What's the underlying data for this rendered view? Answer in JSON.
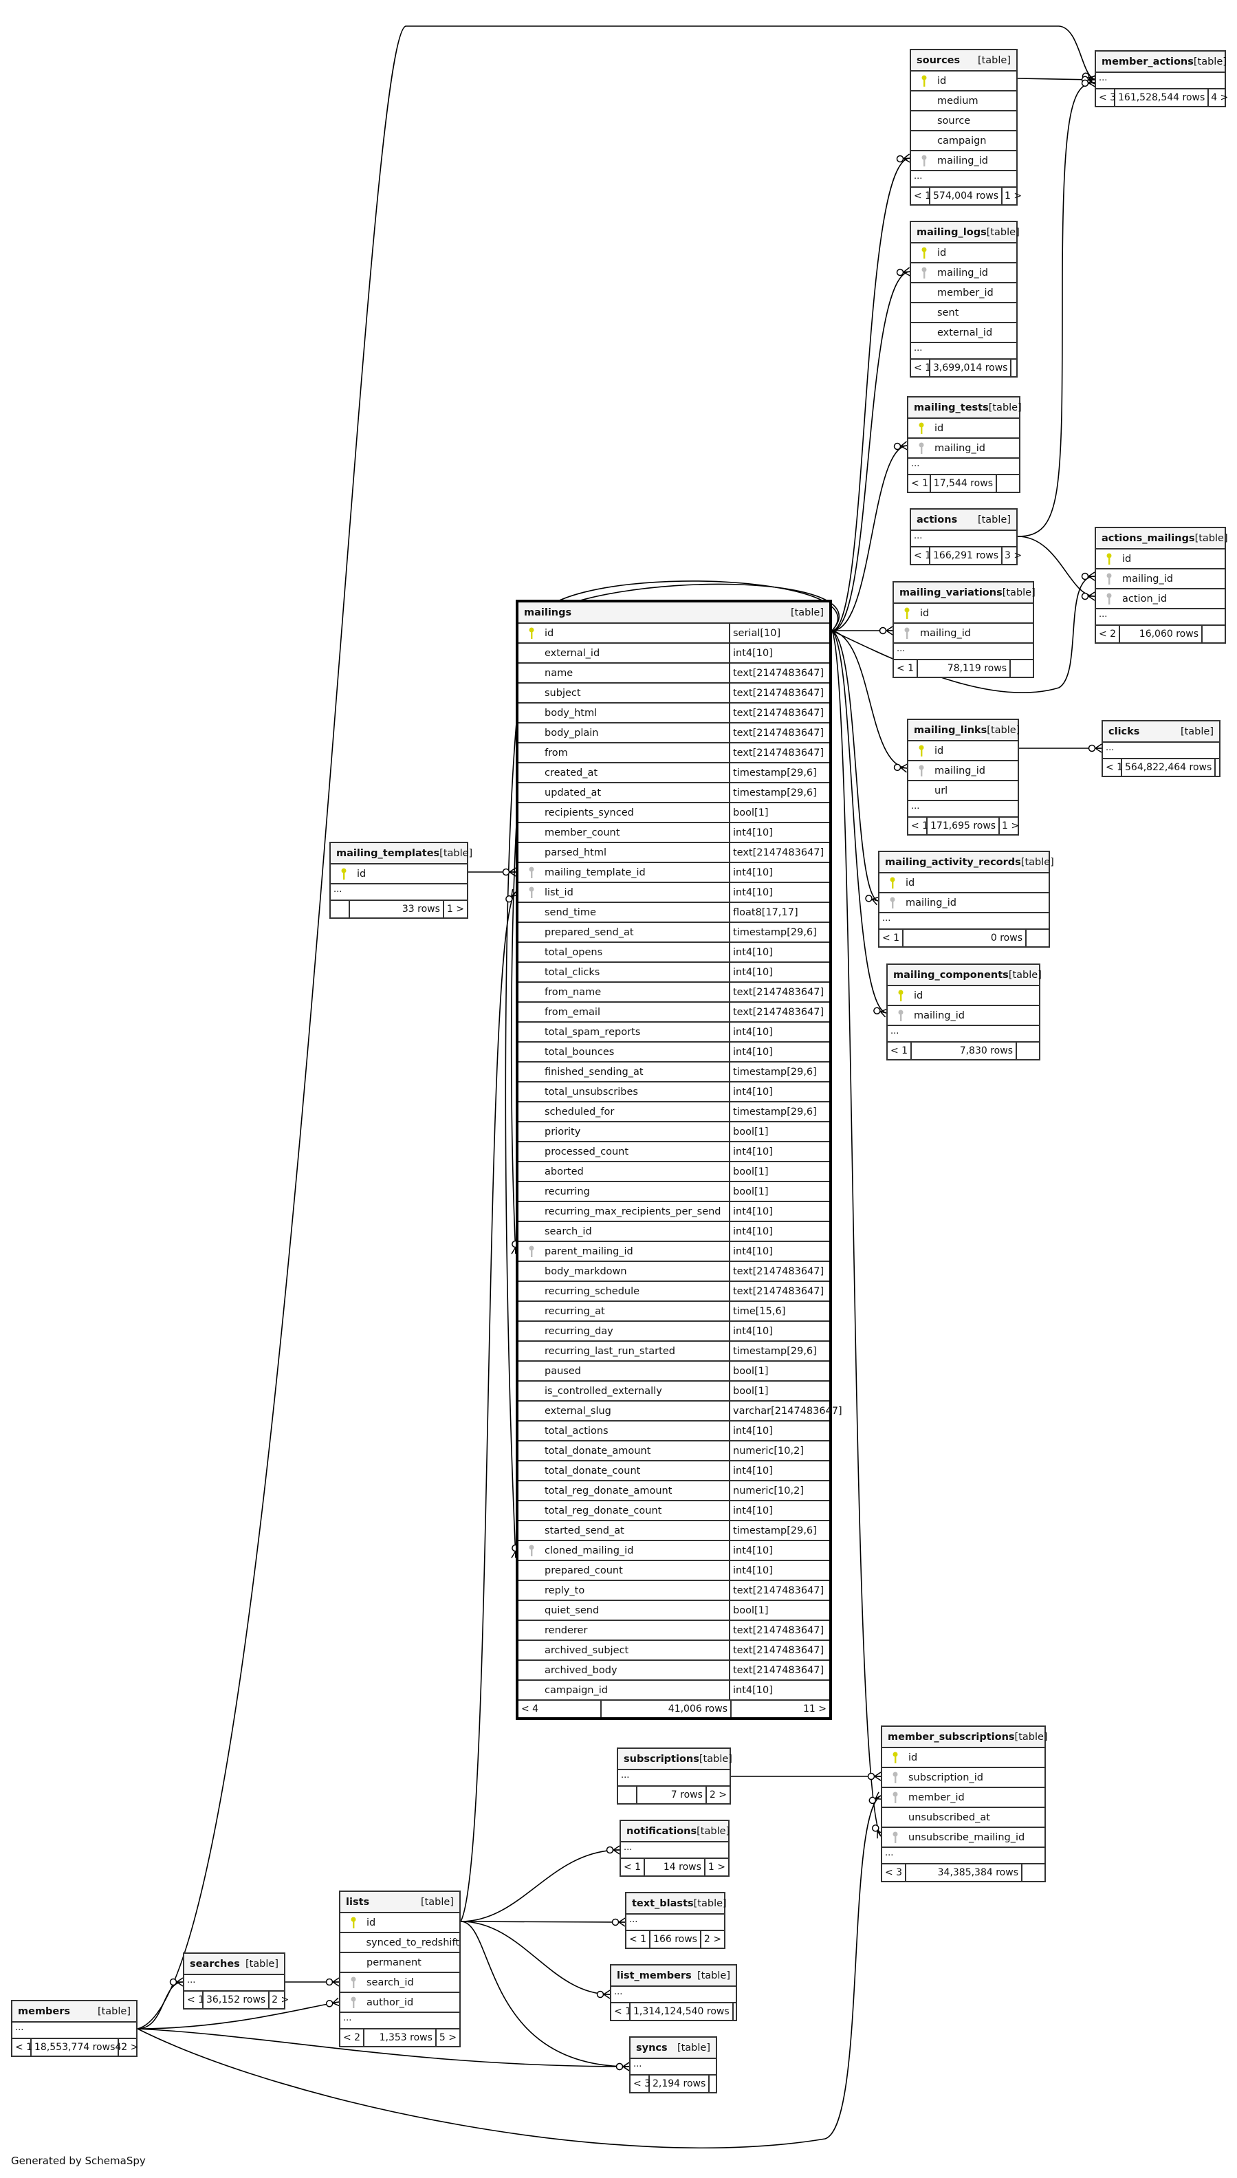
{
  "footer_text": "Generated by SchemaSpy",
  "colors": {
    "primary_key": "#d6d600",
    "foreign_key": "#bbbbbb",
    "border": "#333333",
    "header_bg": "#f4f4f4"
  },
  "tables": [
    {
      "name": "sources",
      "type": "[table]",
      "columns": [
        {
          "name": "id",
          "key": "pk"
        },
        {
          "name": "medium"
        },
        {
          "name": "source"
        },
        {
          "name": "campaign"
        },
        {
          "name": "mailing_id",
          "key": "fk"
        }
      ],
      "ellipsis": "...",
      "parents": "< 1",
      "rows": "574,004 rows",
      "children": "1 >"
    },
    {
      "name": "member_actions",
      "type": "[table]",
      "columns": [],
      "ellipsis": "...",
      "parents": "< 3",
      "rows": "161,528,544 rows",
      "children": "4 >"
    },
    {
      "name": "mailing_logs",
      "type": "[table]",
      "columns": [
        {
          "name": "id",
          "key": "pk"
        },
        {
          "name": "mailing_id",
          "key": "fk"
        },
        {
          "name": "member_id"
        },
        {
          "name": "sent"
        },
        {
          "name": "external_id"
        }
      ],
      "ellipsis": "...",
      "parents": "< 1",
      "rows": "3,699,014 rows",
      "children": ""
    },
    {
      "name": "mailing_tests",
      "type": "[table]",
      "columns": [
        {
          "name": "id",
          "key": "pk"
        },
        {
          "name": "mailing_id",
          "key": "fk"
        }
      ],
      "ellipsis": "...",
      "parents": "< 1",
      "rows": "17,544 rows",
      "children": ""
    },
    {
      "name": "actions",
      "type": "[table]",
      "columns": [],
      "ellipsis": "...",
      "parents": "< 1",
      "rows": "166,291 rows",
      "children": "3 >"
    },
    {
      "name": "actions_mailings",
      "type": "[table]",
      "columns": [
        {
          "name": "id",
          "key": "pk"
        },
        {
          "name": "mailing_id",
          "key": "fk"
        },
        {
          "name": "action_id",
          "key": "fk"
        }
      ],
      "ellipsis": "...",
      "parents": "< 2",
      "rows": "16,060 rows",
      "children": ""
    },
    {
      "name": "mailing_variations",
      "type": "[table]",
      "columns": [
        {
          "name": "id",
          "key": "pk"
        },
        {
          "name": "mailing_id",
          "key": "fk"
        }
      ],
      "ellipsis": "...",
      "parents": "< 1",
      "rows": "78,119 rows",
      "children": ""
    },
    {
      "name": "mailing_links",
      "type": "[table]",
      "columns": [
        {
          "name": "id",
          "key": "pk"
        },
        {
          "name": "mailing_id",
          "key": "fk"
        },
        {
          "name": "url"
        }
      ],
      "ellipsis": "...",
      "parents": "< 1",
      "rows": "171,695 rows",
      "children": "1 >"
    },
    {
      "name": "clicks",
      "type": "[table]",
      "columns": [],
      "ellipsis": "...",
      "parents": "< 1",
      "rows": "564,822,464 rows",
      "children": ""
    },
    {
      "name": "mailing_activity_records",
      "type": "[table]",
      "columns": [
        {
          "name": "id",
          "key": "pk"
        },
        {
          "name": "mailing_id",
          "key": "fk"
        }
      ],
      "ellipsis": "...",
      "parents": "< 1",
      "rows": "0 rows",
      "children": ""
    },
    {
      "name": "mailing_components",
      "type": "[table]",
      "columns": [
        {
          "name": "id",
          "key": "pk"
        },
        {
          "name": "mailing_id",
          "key": "fk"
        }
      ],
      "ellipsis": "...",
      "parents": "< 1",
      "rows": "7,830 rows",
      "children": ""
    },
    {
      "name": "mailing_templates",
      "type": "[table]",
      "columns": [
        {
          "name": "id",
          "key": "pk"
        }
      ],
      "ellipsis": "...",
      "parents": "",
      "rows": "33 rows",
      "children": "1 >"
    },
    {
      "name": "mailings",
      "type": "[table]",
      "main": true,
      "columns": [
        {
          "name": "id",
          "key": "pk",
          "type": "serial[10]"
        },
        {
          "name": "external_id",
          "type": "int4[10]"
        },
        {
          "name": "name",
          "type": "text[2147483647]"
        },
        {
          "name": "subject",
          "type": "text[2147483647]"
        },
        {
          "name": "body_html",
          "type": "text[2147483647]"
        },
        {
          "name": "body_plain",
          "type": "text[2147483647]"
        },
        {
          "name": "from",
          "type": "text[2147483647]"
        },
        {
          "name": "created_at",
          "type": "timestamp[29,6]"
        },
        {
          "name": "updated_at",
          "type": "timestamp[29,6]"
        },
        {
          "name": "recipients_synced",
          "type": "bool[1]"
        },
        {
          "name": "member_count",
          "type": "int4[10]"
        },
        {
          "name": "parsed_html",
          "type": "text[2147483647]"
        },
        {
          "name": "mailing_template_id",
          "key": "fk",
          "type": "int4[10]"
        },
        {
          "name": "list_id",
          "key": "fk",
          "type": "int4[10]"
        },
        {
          "name": "send_time",
          "type": "float8[17,17]"
        },
        {
          "name": "prepared_send_at",
          "type": "timestamp[29,6]"
        },
        {
          "name": "total_opens",
          "type": "int4[10]"
        },
        {
          "name": "total_clicks",
          "type": "int4[10]"
        },
        {
          "name": "from_name",
          "type": "text[2147483647]"
        },
        {
          "name": "from_email",
          "type": "text[2147483647]"
        },
        {
          "name": "total_spam_reports",
          "type": "int4[10]"
        },
        {
          "name": "total_bounces",
          "type": "int4[10]"
        },
        {
          "name": "finished_sending_at",
          "type": "timestamp[29,6]"
        },
        {
          "name": "total_unsubscribes",
          "type": "int4[10]"
        },
        {
          "name": "scheduled_for",
          "type": "timestamp[29,6]"
        },
        {
          "name": "priority",
          "type": "bool[1]"
        },
        {
          "name": "processed_count",
          "type": "int4[10]"
        },
        {
          "name": "aborted",
          "type": "bool[1]"
        },
        {
          "name": "recurring",
          "type": "bool[1]"
        },
        {
          "name": "recurring_max_recipients_per_send",
          "type": "int4[10]"
        },
        {
          "name": "search_id",
          "type": "int4[10]"
        },
        {
          "name": "parent_mailing_id",
          "key": "fk",
          "type": "int4[10]"
        },
        {
          "name": "body_markdown",
          "type": "text[2147483647]"
        },
        {
          "name": "recurring_schedule",
          "type": "text[2147483647]"
        },
        {
          "name": "recurring_at",
          "type": "time[15,6]"
        },
        {
          "name": "recurring_day",
          "type": "int4[10]"
        },
        {
          "name": "recurring_last_run_started",
          "type": "timestamp[29,6]"
        },
        {
          "name": "paused",
          "type": "bool[1]"
        },
        {
          "name": "is_controlled_externally",
          "type": "bool[1]"
        },
        {
          "name": "external_slug",
          "type": "varchar[2147483647]"
        },
        {
          "name": "total_actions",
          "type": "int4[10]"
        },
        {
          "name": "total_donate_amount",
          "type": "numeric[10,2]"
        },
        {
          "name": "total_donate_count",
          "type": "int4[10]"
        },
        {
          "name": "total_reg_donate_amount",
          "type": "numeric[10,2]"
        },
        {
          "name": "total_reg_donate_count",
          "type": "int4[10]"
        },
        {
          "name": "started_send_at",
          "type": "timestamp[29,6]"
        },
        {
          "name": "cloned_mailing_id",
          "key": "fk",
          "type": "int4[10]"
        },
        {
          "name": "prepared_count",
          "type": "int4[10]"
        },
        {
          "name": "reply_to",
          "type": "text[2147483647]"
        },
        {
          "name": "quiet_send",
          "type": "bool[1]"
        },
        {
          "name": "renderer",
          "type": "text[2147483647]"
        },
        {
          "name": "archived_subject",
          "type": "text[2147483647]"
        },
        {
          "name": "archived_body",
          "type": "text[2147483647]"
        },
        {
          "name": "campaign_id",
          "type": "int4[10]"
        }
      ],
      "parents": "< 4",
      "rows": "41,006 rows",
      "children": "11 >"
    },
    {
      "name": "subscriptions",
      "type": "[table]",
      "columns": [],
      "ellipsis": "...",
      "parents": "",
      "rows": "7 rows",
      "children": "2 >"
    },
    {
      "name": "notifications",
      "type": "[table]",
      "columns": [],
      "ellipsis": "...",
      "parents": "< 1",
      "rows": "14 rows",
      "children": "1 >"
    },
    {
      "name": "text_blasts",
      "type": "[table]",
      "columns": [],
      "ellipsis": "...",
      "parents": "< 1",
      "rows": "166 rows",
      "children": "2 >"
    },
    {
      "name": "list_members",
      "type": "[table]",
      "columns": [],
      "ellipsis": "...",
      "parents": "< 1",
      "rows": "1,314,124,540 rows",
      "children": ""
    },
    {
      "name": "syncs",
      "type": "[table]",
      "columns": [],
      "ellipsis": "...",
      "parents": "< 3",
      "rows": "2,194 rows",
      "children": ""
    },
    {
      "name": "member_subscriptions",
      "type": "[table]",
      "columns": [
        {
          "name": "id",
          "key": "pk"
        },
        {
          "name": "subscription_id",
          "key": "fk"
        },
        {
          "name": "member_id",
          "key": "fk"
        },
        {
          "name": "unsubscribed_at"
        },
        {
          "name": "unsubscribe_mailing_id",
          "key": "fk"
        }
      ],
      "ellipsis": "...",
      "parents": "< 3",
      "rows": "34,385,384 rows",
      "children": ""
    },
    {
      "name": "lists",
      "type": "[table]",
      "columns": [
        {
          "name": "id",
          "key": "pk"
        },
        {
          "name": "synced_to_redshift"
        },
        {
          "name": "permanent"
        },
        {
          "name": "search_id",
          "key": "fk"
        },
        {
          "name": "author_id",
          "key": "fk"
        }
      ],
      "ellipsis": "...",
      "parents": "< 2",
      "rows": "1,353 rows",
      "children": "5 >"
    },
    {
      "name": "searches",
      "type": "[table]",
      "columns": [],
      "ellipsis": "...",
      "parents": "< 1",
      "rows": "36,152 rows",
      "children": "2 >"
    },
    {
      "name": "members",
      "type": "[table]",
      "columns": [],
      "ellipsis": "...",
      "parents": "< 1",
      "rows": "18,553,774 rows",
      "children": "42 >"
    }
  ]
}
